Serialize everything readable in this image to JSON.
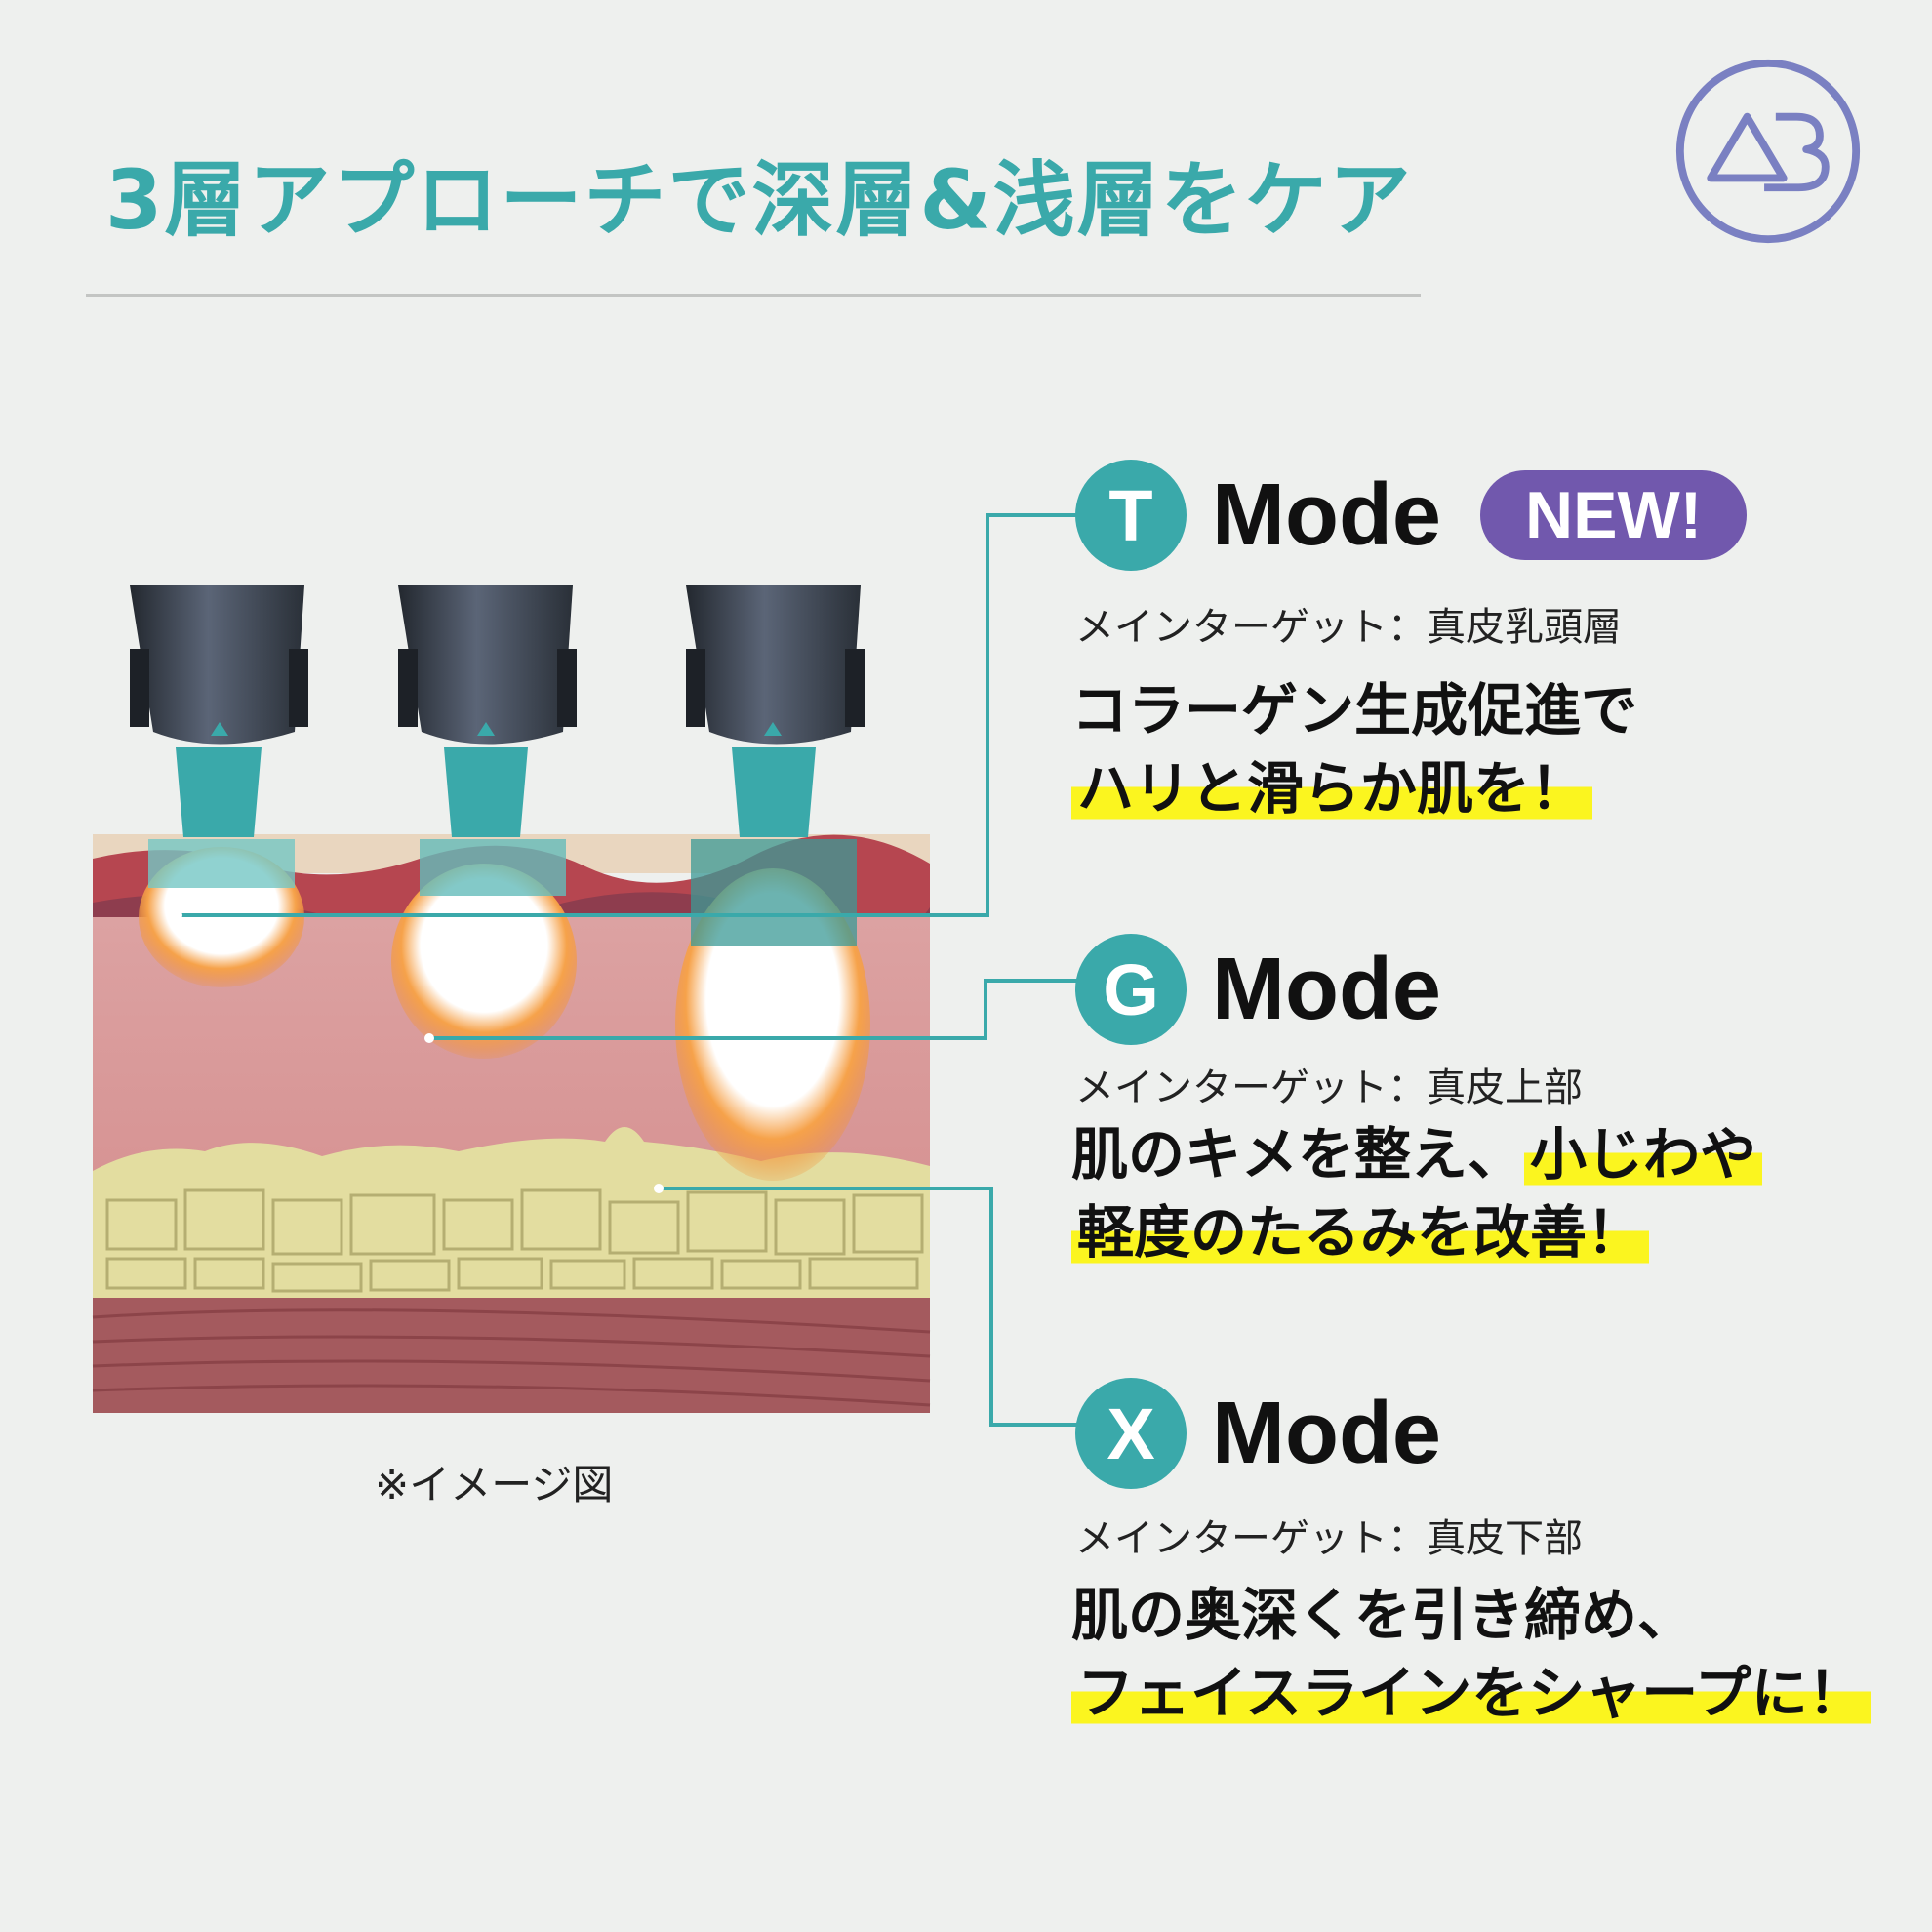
{
  "title": "3層アプローチで深層&浅層をケア",
  "logo": {
    "icon": "ab-logo-icon",
    "color": "#7a80c2"
  },
  "caption": "※イメージ図",
  "colors": {
    "accent": "#3aa9aa",
    "badge": "#7158ad",
    "highlight": "#fbf51f",
    "background": "#eef0ee"
  },
  "modes": [
    {
      "letter": "T",
      "word": "Mode",
      "badge": "NEW!",
      "target": "メインターゲット：真皮乳頭層",
      "desc_line1": "コラーゲン生成促進で",
      "desc_line2_highlight": "ハリと滑らか肌を！"
    },
    {
      "letter": "G",
      "word": "Mode",
      "target": "メインターゲット：真皮上部",
      "desc_line1_plain": "肌のキメを整え、",
      "desc_line1_highlight": "小じわや",
      "desc_line2_highlight": "軽度のたるみを改善！"
    },
    {
      "letter": "X",
      "word": "Mode",
      "target": "メインターゲット：真皮下部",
      "desc_line1": "肌の奥深くを引き締め、",
      "desc_line2_highlight": "フェイスラインをシャープに！"
    }
  ]
}
